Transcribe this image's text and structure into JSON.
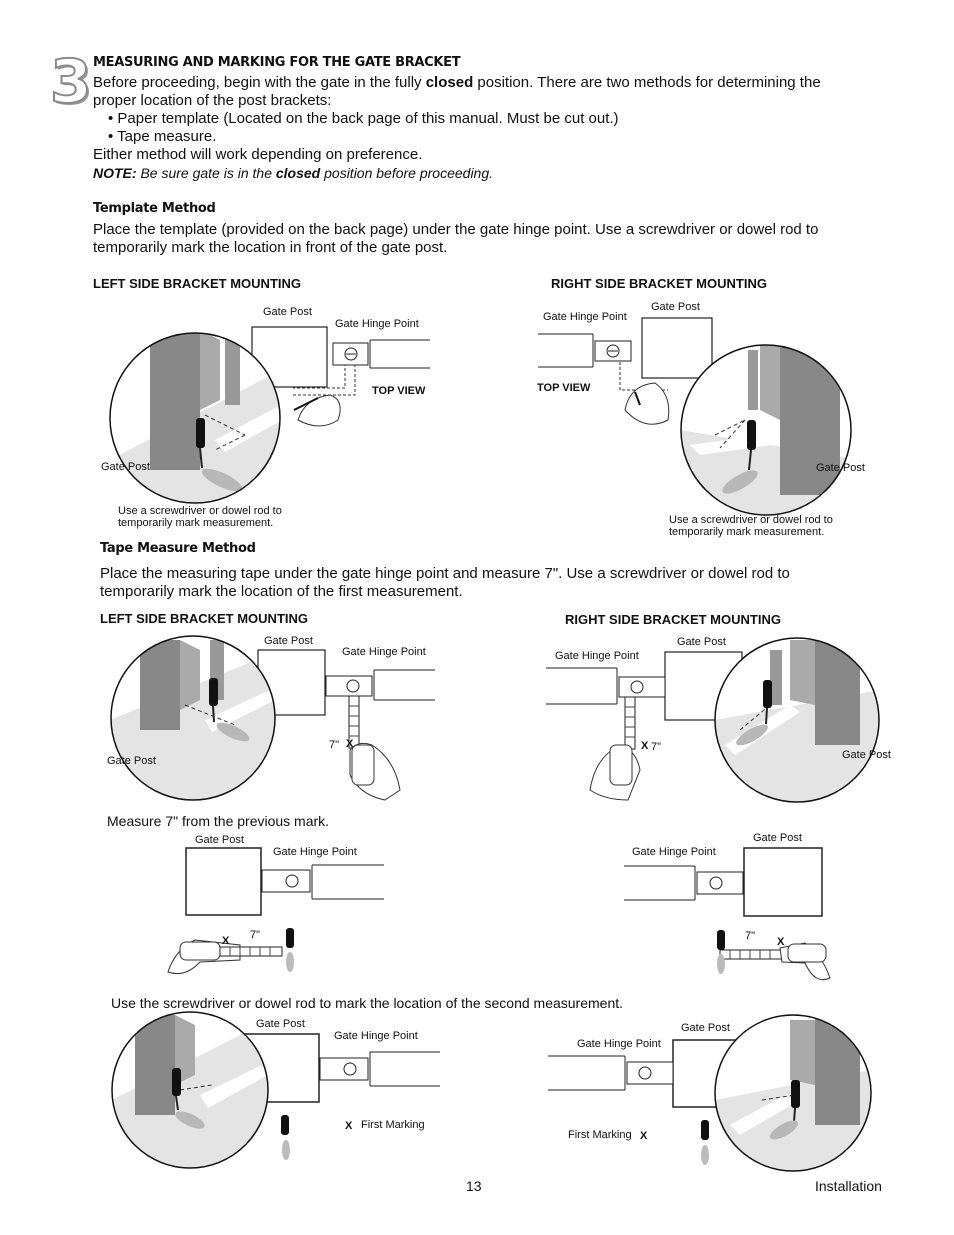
{
  "step": {
    "number": "3",
    "title": "MEASURING AND MARKING FOR THE GATE BRACKET"
  },
  "intro": {
    "line1_before": "Before proceeding, begin with the gate in the fully ",
    "line1_bold": "closed",
    "line1_after": " position. There are two methods for determining the",
    "line2": "proper location of the post brackets:",
    "bullet1": "• Paper template (Located on the back page of this manual. Must be cut out.)",
    "bullet2": "• Tape measure.",
    "either": "Either method will work depending on preference.",
    "note_label": "NOTE:",
    "note_before": " Be sure gate is in the ",
    "note_bold": "closed",
    "note_after": " position before proceeding."
  },
  "template_method": {
    "title": "Template Method",
    "line1": "Place the template (provided on the back page) under the gate hinge point. Use a screwdriver or dowel rod to",
    "line2": "temporarily mark the location in front of the gate post.",
    "left_caption": "LEFT SIDE BRACKET MOUNTING",
    "right_caption": "RIGHT SIDE BRACKET MOUNTING",
    "gate_post": "Gate Post",
    "gate_hinge_point": "Gate Hinge Point",
    "top_view": "TOP VIEW",
    "mark_note_1": "Use a screwdriver or dowel rod to",
    "mark_note_2": "temporarily mark measurement."
  },
  "tape_method": {
    "title": "Tape Measure Method",
    "line1": "Place the measuring tape under the gate hinge point and measure 7\". Use a screwdriver or dowel rod to",
    "line2": "temporarily mark the location of the first measurement.",
    "left_caption": "LEFT SIDE BRACKET MOUNTING",
    "right_caption": "RIGHT SIDE BRACKET MOUNTING",
    "seven": "7\"",
    "x_mark": "X",
    "measure_again": "Measure 7\" from the previous mark.",
    "second_mark": "Use the screwdriver or dowel rod to mark the location of the second measurement.",
    "first_marking": "First Marking"
  },
  "footer": {
    "page": "13",
    "section": "Installation"
  }
}
